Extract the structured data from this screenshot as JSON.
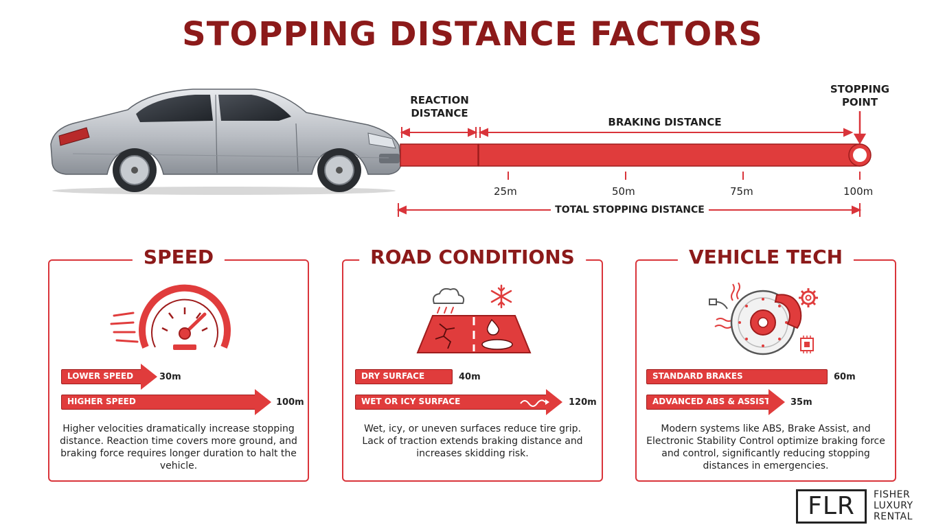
{
  "title": "STOPPING DISTANCE FACTORS",
  "diagram": {
    "reaction_label": "REACTION\nDISTANCE",
    "braking_label": "BRAKING DISTANCE",
    "stopping_label": "STOPPING\nPOINT",
    "total_label": "TOTAL STOPPING DISTANCE",
    "ticks": [
      "25m",
      "50m",
      "75m",
      "100m"
    ]
  },
  "panels": {
    "speed": {
      "title": "SPEED",
      "bar1_label": "LOWER SPEED",
      "bar1_value": "30m",
      "bar2_label": "HIGHER SPEED",
      "bar2_value": "100m",
      "description": "Higher velocities dramatically increase stopping distance. Reaction time covers more ground, and braking force requires longer duration to halt the vehicle."
    },
    "road": {
      "title": "ROAD CONDITIONS",
      "bar1_label": "DRY SURFACE",
      "bar1_value": "40m",
      "bar2_label": "WET OR ICY SURFACE",
      "bar2_value": "120m",
      "description": "Wet, icy, or uneven surfaces reduce tire grip. Lack of traction extends braking distance and increases skidding risk."
    },
    "tech": {
      "title": "VEHICLE TECH",
      "bar1_label": "STANDARD BRAKES",
      "bar1_value": "60m",
      "bar2_label": "ADVANCED ABS & ASSIST",
      "bar2_value": "35m",
      "description": "Modern systems like ABS, Brake Assist, and Electronic Stability Control optimize braking force and control, significantly reducing stopping distances in emergencies."
    }
  },
  "logo": {
    "mark": "FLR",
    "line1": "FISHER",
    "line2": "LUXURY",
    "line3": "RENTAL"
  },
  "colors": {
    "primary_red": "#e03c3c",
    "dark_red": "#8c1a1a"
  }
}
